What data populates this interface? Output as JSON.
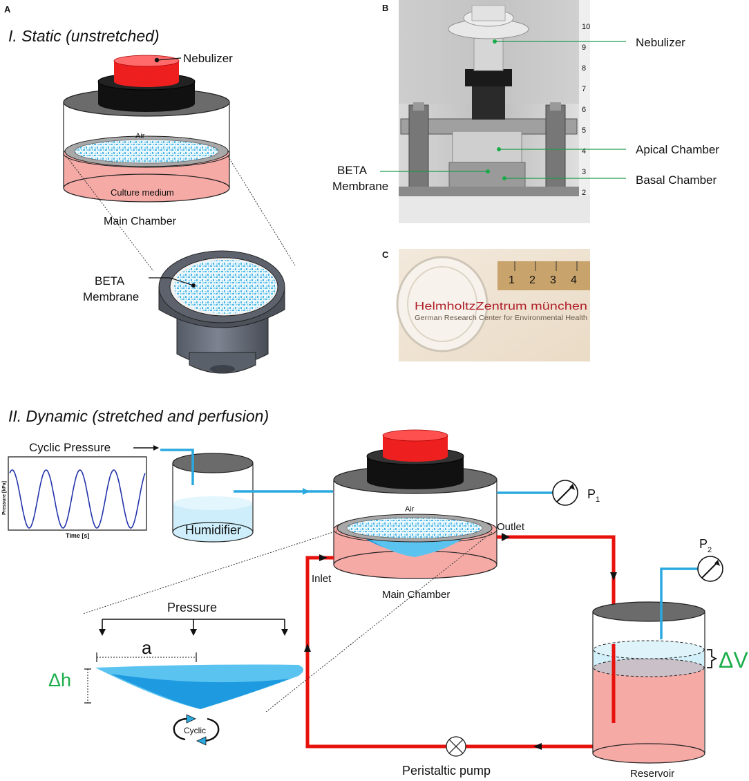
{
  "panels": {
    "A": "A",
    "B": "B",
    "C": "C"
  },
  "static": {
    "title": "I. Static (unstretched)",
    "nebulizer": "Nebulizer",
    "air": "Air",
    "culture_medium": "Culture medium",
    "main_chamber": "Main Chamber",
    "beta_line1": "BETA",
    "beta_line2": "Membrane"
  },
  "photo_b": {
    "nebulizer": "Nebulizer",
    "apical": "Apical Chamber",
    "basal": "Basal Chamber",
    "beta_line1": "BETA",
    "beta_line2": "Membrane",
    "ruler_marks": [
      "10",
      "9",
      "8",
      "7",
      "6",
      "5",
      "4",
      "3",
      "2"
    ]
  },
  "photo_c": {
    "logo_line1": "HelmholtzZentrum münchen",
    "logo_line2": "German Research Center for Environmental Health",
    "ruler_marks": [
      "1",
      "2",
      "3",
      "4"
    ]
  },
  "dynamic": {
    "title": "II. Dynamic (stretched and perfusion)",
    "cyclic_pressure": "Cyclic Pressure",
    "graph_ylabel": "Pressure [kPa]",
    "graph_xlabel": "Time [s]",
    "humidifier": "Humidifier",
    "air": "Air",
    "outlet": "Outlet",
    "inlet": "Inlet",
    "main_chamber": "Main Chamber",
    "p1": "P",
    "p1_sub": "1",
    "p2": "P",
    "p2_sub": "2",
    "delta_v": "ΔV",
    "pressure": "Pressure",
    "a": "a",
    "delta_h": "Δh",
    "cyclic": "Cyclic",
    "pump": "Peristaltic pump",
    "reservoir": "Reservoir"
  },
  "colors": {
    "blue_line": "#29a9e0",
    "red_line": "#e8120c",
    "pink": "#f5aaa6",
    "nebulizer_red": "#ee1f1f",
    "green_label": "#1aae4a",
    "green_line": "#1e9c4a",
    "graph_line": "#2233aa"
  }
}
